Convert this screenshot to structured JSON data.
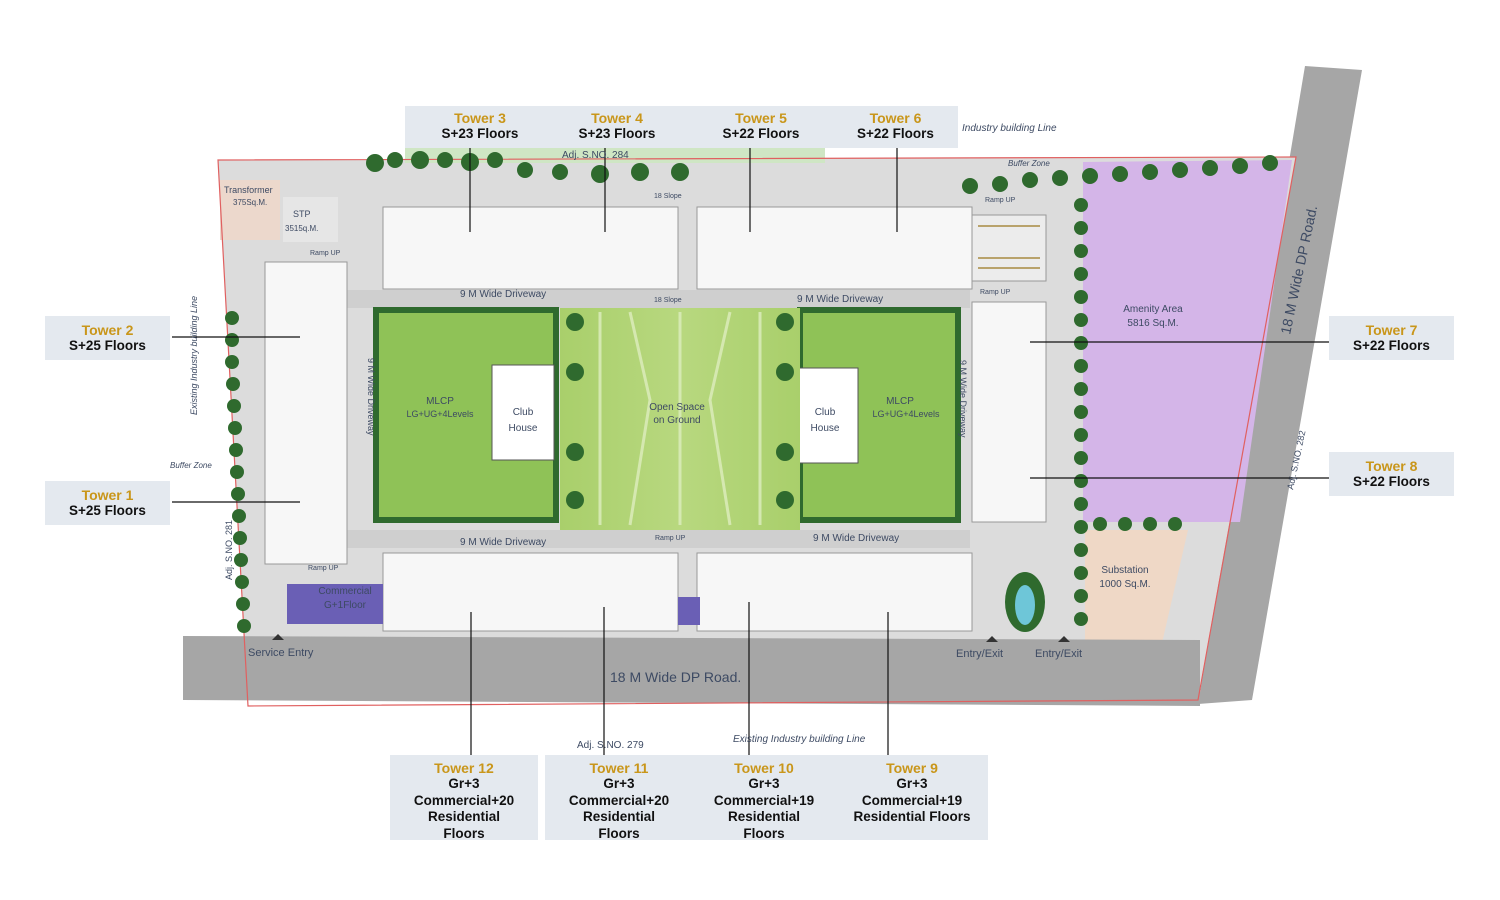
{
  "towers": {
    "t1": {
      "name": "Tower 1",
      "floors": "S+25 Floors"
    },
    "t2": {
      "name": "Tower 2",
      "floors": "S+25 Floors"
    },
    "t3": {
      "name": "Tower 3",
      "floors": "S+23 Floors"
    },
    "t4": {
      "name": "Tower 4",
      "floors": "S+23 Floors"
    },
    "t5": {
      "name": "Tower 5",
      "floors": "S+22 Floors"
    },
    "t6": {
      "name": "Tower 6",
      "floors": "S+22 Floors"
    },
    "t7": {
      "name": "Tower 7",
      "floors": "S+22 Floors"
    },
    "t8": {
      "name": "Tower 8",
      "floors": "S+22 Floors"
    },
    "t9": {
      "name": "Tower 9",
      "floors": "Gr+3\nCommercial+19\nResidential Floors"
    },
    "t10": {
      "name": "Tower 10",
      "floors": "Gr+3\nCommercial+19\nResidential\nFloors"
    },
    "t11": {
      "name": "Tower 11",
      "floors": "Gr+3\nCommercial+20\nResidential\nFloors"
    },
    "t12": {
      "name": "Tower 12",
      "floors": "Gr+3\nCommercial+20\nResidential\nFloors"
    }
  },
  "labels": {
    "industry_line_top": "Industry building Line",
    "adj_284": "Adj. S.NO. 284",
    "buffer_top": "Buffer Zone",
    "transformer": "Transformer",
    "transformer_area": "375Sq.M.",
    "stp": "STP",
    "stp_area": "3515q.M.",
    "ramp_up": "Ramp UP",
    "slope": "18 Slope",
    "driveway_9m": "9 M Wide Driveway",
    "existing_industry_left": "Existing Industry building Line",
    "buffer_left": "Buffer Zone",
    "adj_281": "Adj. S.NO. 281",
    "mlcp": "MLCP",
    "mlcp_levels": "LG+UG+4Levels",
    "club": "Club",
    "house": "House",
    "open_space": "Open Space",
    "on_ground": "on Ground",
    "amenity": "Amenity Area",
    "amenity_area": "5816 Sq.M.",
    "dp_road_right": "18 M Wide DP Road.",
    "adj_282": "Adj. S.NO. 282",
    "substation": "Substation",
    "substation_area": "1000 Sq.M.",
    "commercial": "Commercial",
    "commercial_floor": "G+1Floor",
    "service_entry": "Service Entry",
    "dp_road_bottom": "18 M Wide DP Road.",
    "entry_exit": "Entry/Exit",
    "adj_279": "Adj. S.NO. 279",
    "existing_industry_bottom": "Existing Industry building Line"
  },
  "colors": {
    "road": "#a6a6a6",
    "ground": "#d9d9d9",
    "lawn": "#8fc257",
    "amenity": "#d4b5e8",
    "substation": "#efd8c6",
    "commercial": "#6a5fb5",
    "tree": "#2f6a2e",
    "boundary": "#e06060",
    "accent": "#c9961a"
  }
}
